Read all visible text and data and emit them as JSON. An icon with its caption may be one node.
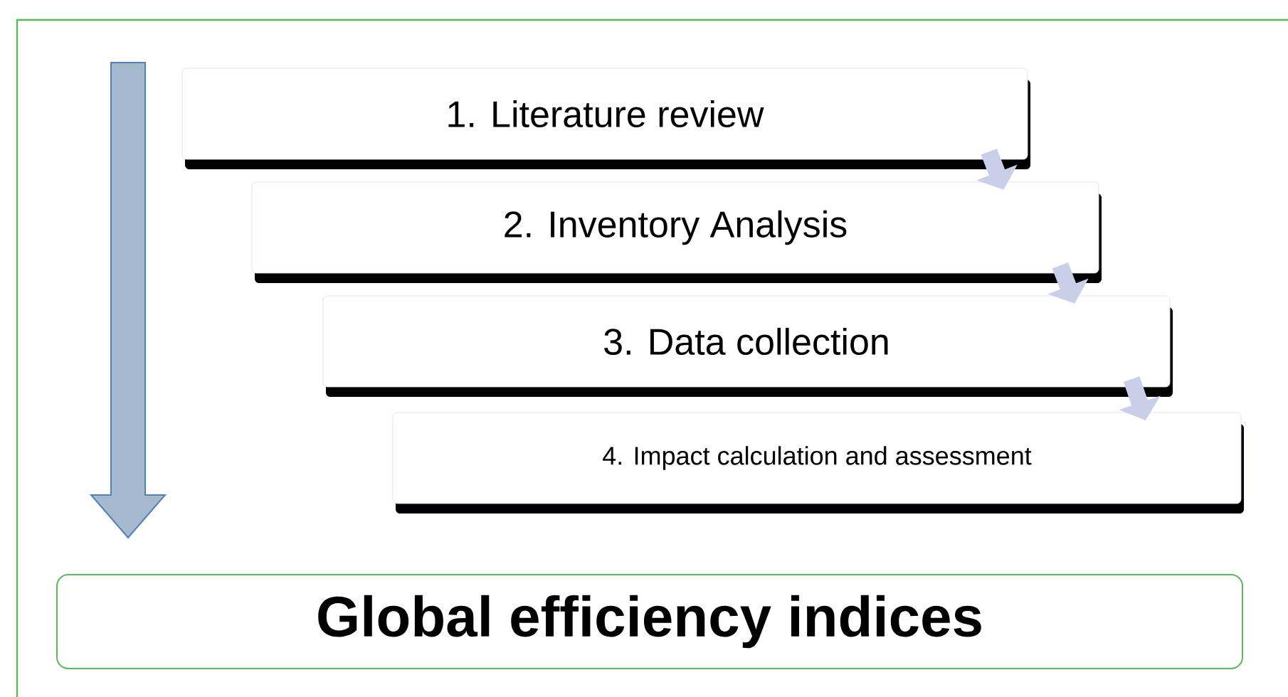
{
  "diagram": {
    "nodes": [
      {
        "text": [
          "1. Literature review"
        ]
      },
      {
        "text": [
          "2. Inventory Analysis"
        ]
      },
      {
        "text": [
          "3. Data collection"
        ]
      },
      {
        "text": [
          "4. Impact calculation and assessment"
        ]
      },
      {
        "text": [
          "Global efficiency indices"
        ]
      }
    ],
    "edges": [
      {
        "from": 0,
        "to": 1,
        "arrow": "to"
      },
      {
        "from": 1,
        "to": 2,
        "arrow": "to"
      },
      {
        "from": 2,
        "to": 3,
        "arrow": "to"
      }
    ]
  }
}
